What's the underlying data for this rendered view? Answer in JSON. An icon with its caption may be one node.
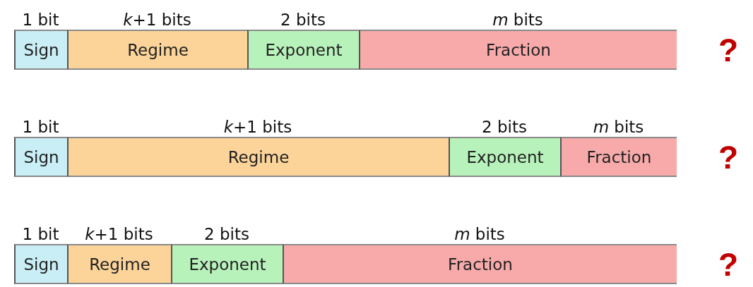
{
  "diagram": {
    "nodes": [
      {
        "text": [
          "Sign"
        ],
        "beside": [
          "1 bit"
        ]
      },
      {
        "text": [
          "Regime"
        ],
        "beside": [
          "*k*+1 bits"
        ]
      },
      {
        "text": [
          "Exponent"
        ],
        "beside": [
          "2 bits"
        ]
      },
      {
        "text": [
          "Fraction"
        ],
        "beside": [
          "*m* bits"
        ]
      },
      {
        "text": [
          "Sign"
        ],
        "beside": [
          "1 bit"
        ]
      },
      {
        "text": [
          "Regime"
        ],
        "beside": [
          "*k*+1 bits"
        ]
      },
      {
        "text": [
          "Exponent"
        ],
        "beside": [
          "2 bits"
        ]
      },
      {
        "text": [
          "Fraction"
        ],
        "beside": [
          "*m* bits"
        ]
      },
      {
        "text": [
          "Sign"
        ],
        "beside": [
          "1 bit"
        ]
      },
      {
        "text": [
          "Regime"
        ],
        "beside": [
          "*k*+1 bits"
        ]
      },
      {
        "text": [
          "Exponent"
        ],
        "beside": [
          "2 bits"
        ]
      },
      {
        "text": [
          "Fraction"
        ],
        "beside": [
          "*m* bits"
        ]
      }
    ],
    "labels": [
      "?",
      "?",
      "?"
    ]
  }
}
